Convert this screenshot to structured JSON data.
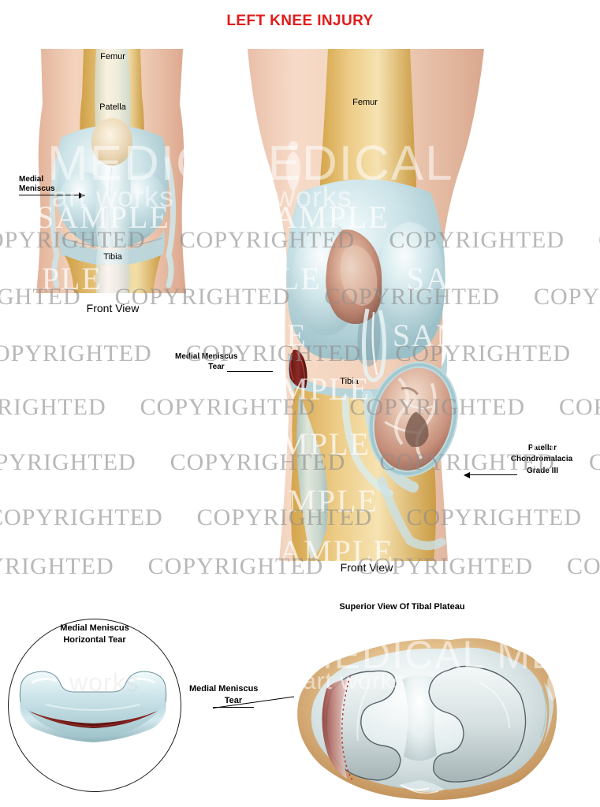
{
  "page": {
    "title": "LEFT KNEE INJURY",
    "title_color": "#e21b1b",
    "background": "#ffffff"
  },
  "palette": {
    "bone": "#e3c07a",
    "bone_light": "#f2dcab",
    "cartilage": "#bcd8dd",
    "cartilage_light": "#dff0f2",
    "skin": "#f0cdb7",
    "skin_shadow": "#dbab92",
    "tear_red": "#8c1f1f",
    "tear_red_light": "#c06a68",
    "label_black": "#000000",
    "watermark_gray": "#8d8d8d",
    "watermark_white": "#ffffff"
  },
  "watermark": {
    "copyright_text": "COPYRIGHTED",
    "sample_text": "SAMPLE",
    "logo_line1": "MEDICAL MED",
    "logo_line2": "art works",
    "logo_word_medical": "MEDICAL",
    "logo_word_med": "MED",
    "logo_word_art": "art",
    "logo_word_works": "works"
  },
  "figures": {
    "front_view_small": {
      "caption": "Front View",
      "labels": {
        "femur": "Femur",
        "patella": "Patella",
        "medial_meniscus_l1": "Medial",
        "medial_meniscus_l2": "Meniscus",
        "tibia": "Tibia"
      }
    },
    "front_view_large": {
      "caption": "Front View",
      "labels": {
        "femur": "Femur",
        "tibia": "Tibia",
        "medial_meniscus_tear_l1": "Medial Meniscus",
        "medial_meniscus_tear_l2": "Tear",
        "chondromalacia_l1": "Patellar",
        "chondromalacia_l2": "Chondromalacia",
        "chondromalacia_l3": "Grade III"
      }
    },
    "meniscus_inset": {
      "label_l1": "Medial Meniscus",
      "label_l2": "Horizontal Tear"
    },
    "tibial_plateau": {
      "title": "Superior View Of Tibal Plateau",
      "label_l1": "Medial Meniscus",
      "label_l2": "Tear"
    }
  }
}
